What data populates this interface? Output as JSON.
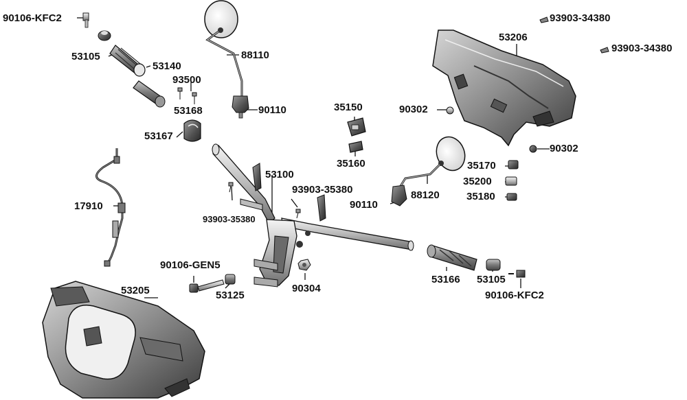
{
  "labels": {
    "p90106_kfc2_top": "90106-KFC2",
    "p53105_top": "53105",
    "p53140": "53140",
    "p93500": "93500",
    "p53168": "53168",
    "p53167": "53167",
    "p88110": "88110",
    "p90110_left": "90110",
    "p17910": "17910",
    "p53100": "53100",
    "p93903_35380_mid": "93903-35380",
    "p93903_35380_left": "93903-35380",
    "p35150": "35150",
    "p35160": "35160",
    "p90302_top": "90302",
    "p53206": "53206",
    "p93903_34380_a": "93903-34380",
    "p93903_34380_b": "93903-34380",
    "p90302_mid": "90302",
    "p35170": "35170",
    "p35200": "35200",
    "p35180": "35180",
    "p88120": "88120",
    "p90110_right": "90110",
    "p90106_gen5": "90106-GEN5",
    "p53125": "53125",
    "p90304": "90304",
    "p53205": "53205",
    "p53166": "53166",
    "p53105_bottom": "53105",
    "p90106_kfc2_bottom": "90106-KFC2"
  }
}
